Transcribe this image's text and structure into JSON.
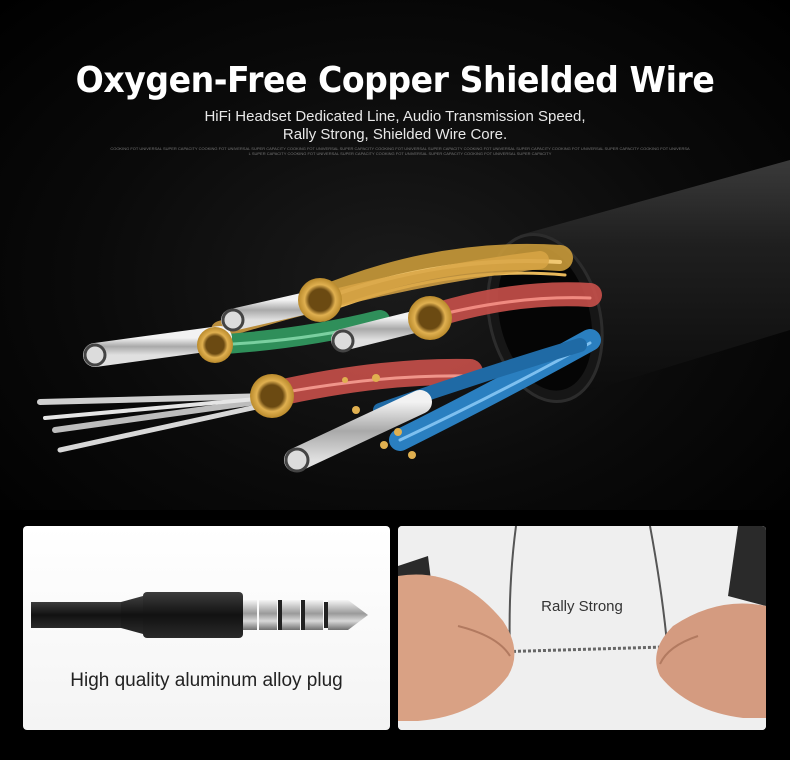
{
  "hero": {
    "title": "Oxygen-Free Copper Shielded Wire",
    "subtitle_line1": "HiFi Headset Dedicated Line, Audio Transmission Speed,",
    "subtitle_line2": "Rally Strong, Shielded Wire Core.",
    "fine_print": "COOKING FOT UNIVERSAL SUPER CAPACITY COOKING FOT UNIVERSAL SUPER CAPACITY COOKING FOT UNIVERSAL SUPER CAPACITY COOKING FOT UNIVERSAL SUPER CAPACITY COOKING FOT UNIVERSAL SUPER CAPACITY COOKING FOT UNIVERSAL SUPER CAPACITY COOKING FOT UNIVERSAL SUPER CAPACITY COOKING FOT UNIVERSAL SUPER CAPACITY COOKING FOT UNIVERSAL SUPER CAPACITY COOKING FOT UNIVERSAL SUPER CAPACITY"
  },
  "panels": {
    "plug_caption": "High quality aluminum alloy plug",
    "rally_label": "Rally Strong"
  },
  "colors": {
    "background": "#000000",
    "jacket": "#1e1e1e",
    "copper_gold": "#d9a441",
    "copper_red": "#c8504a",
    "wire_blue": "#2a7fc0",
    "wire_green": "#2f8f5a",
    "silver": "#d4d4d4"
  }
}
